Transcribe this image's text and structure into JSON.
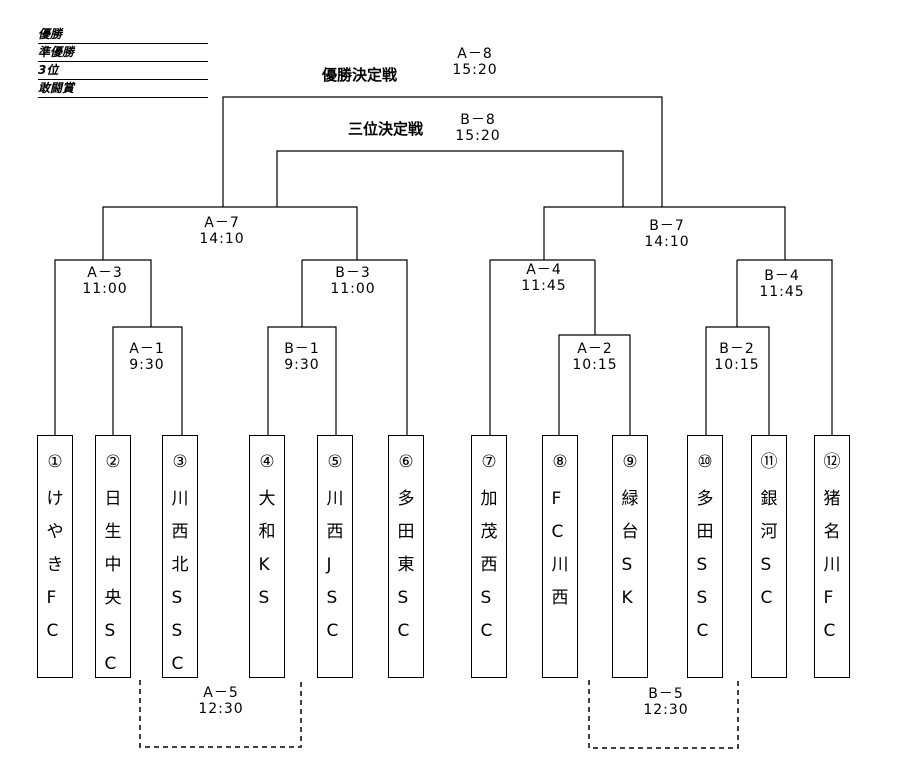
{
  "results": {
    "items": [
      {
        "label": "優勝"
      },
      {
        "label": "準優勝"
      },
      {
        "label": "3位"
      },
      {
        "label": "敢闘賞"
      }
    ]
  },
  "titles": {
    "final": "優勝決定戦",
    "third_place": "三位決定戦"
  },
  "teams": [
    {
      "num": "①",
      "name": "けやきFC"
    },
    {
      "num": "②",
      "name": "日生中央SC"
    },
    {
      "num": "③",
      "name": "川西北SSC"
    },
    {
      "num": "④",
      "name": "大和KS"
    },
    {
      "num": "⑤",
      "name": "川西JSC"
    },
    {
      "num": "⑥",
      "name": "多田東SC"
    },
    {
      "num": "⑦",
      "name": "加茂西SC"
    },
    {
      "num": "⑧",
      "name": "FC川西"
    },
    {
      "num": "⑨",
      "name": "緑台SK"
    },
    {
      "num": "⑩",
      "name": "多田SSC"
    },
    {
      "num": "⑪",
      "name": "銀河SC"
    },
    {
      "num": "⑫",
      "name": "猪名川FC"
    }
  ],
  "matches": {
    "a1": {
      "id": "A－1",
      "time": "9:30"
    },
    "b1": {
      "id": "B－1",
      "time": "9:30"
    },
    "a2": {
      "id": "A－2",
      "time": "10:15"
    },
    "b2": {
      "id": "B－2",
      "time": "10:15"
    },
    "a3": {
      "id": "A－3",
      "time": "11:00"
    },
    "b3": {
      "id": "B－3",
      "time": "11:00"
    },
    "a4": {
      "id": "A－4",
      "time": "11:45"
    },
    "b4": {
      "id": "B－4",
      "time": "11:45"
    },
    "a5": {
      "id": "A－5",
      "time": "12:30"
    },
    "b5": {
      "id": "B－5",
      "time": "12:30"
    },
    "a7": {
      "id": "A－7",
      "time": "14:10"
    },
    "b7": {
      "id": "B－7",
      "time": "14:10"
    },
    "a8": {
      "id": "A－8",
      "time": "15:20"
    },
    "b8": {
      "id": "B－8",
      "time": "15:20"
    }
  }
}
